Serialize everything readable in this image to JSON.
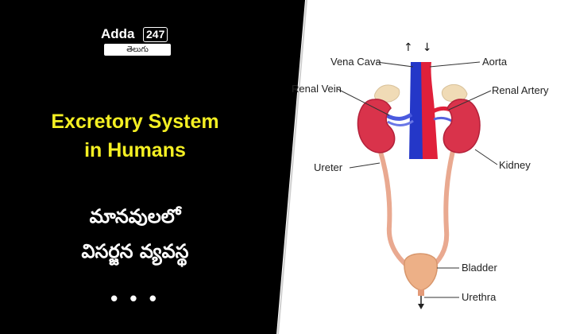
{
  "brand": {
    "name": "Adda",
    "number": "247",
    "language": "తెలుగు"
  },
  "title": {
    "line1": "Excretory System",
    "line2": "in Humans"
  },
  "subtitle": {
    "line1": "మానవులలో",
    "line2": "విసర్జన వ్యవస్థ"
  },
  "dots": "• • •",
  "diagram": {
    "labels": {
      "vena_cava": "Vena Cava",
      "aorta": "Aorta",
      "renal_vein": "Renal Vein",
      "renal_artery": "Renal Artery",
      "ureter": "Ureter",
      "kidney": "Kidney",
      "bladder": "Bladder",
      "urethra": "Urethra"
    },
    "flow_arrows": [
      "↑",
      "↓"
    ]
  },
  "colors": {
    "left_background": "#000000",
    "title_yellow": "#f4ef23",
    "vein_blue": "#2437c8",
    "artery_red": "#e0203a",
    "kidney": "#d9334b",
    "bladder": "#edb087"
  }
}
